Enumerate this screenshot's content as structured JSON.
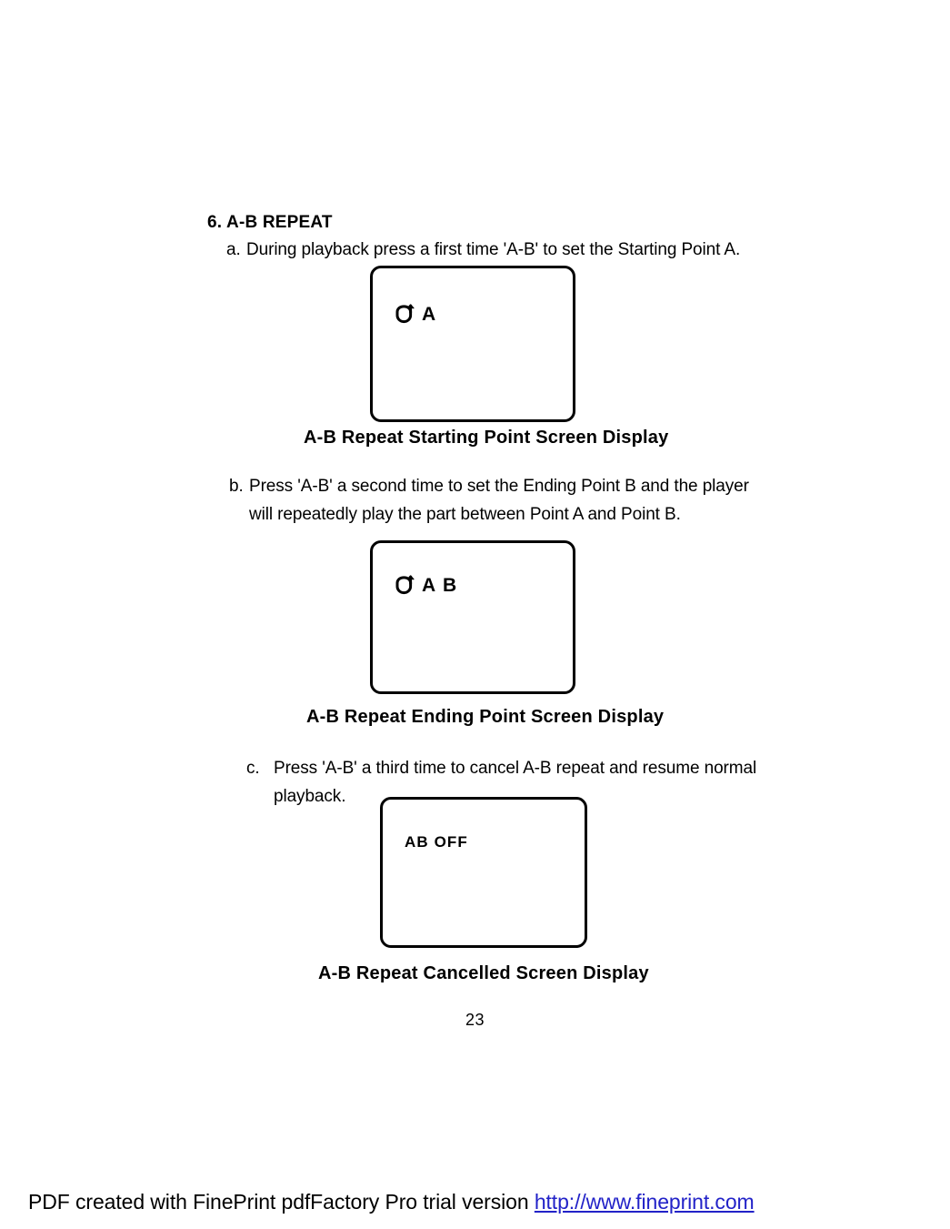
{
  "document": {
    "section_heading": "6. A-B REPEAT",
    "page_number": "23"
  },
  "steps": [
    {
      "marker": "a.",
      "text": "During playback press a first time 'A-B' to set the Starting Point  A.",
      "screen": {
        "icon": "repeat-loop-icon",
        "label": "A"
      },
      "caption": "A-B Repeat Starting Point Screen Display"
    },
    {
      "marker": "b.",
      "text": "Press 'A-B' a second time to set the Ending Point B and the player will repeatedly play the part between Point A and Point B.",
      "screen": {
        "icon": "repeat-loop-icon",
        "label": "A B"
      },
      "caption": "A-B Repeat Ending Point Screen Display"
    },
    {
      "marker": "c.",
      "text": "Press 'A-B' a third time to cancel A-B repeat and resume normal playback.",
      "screen": {
        "icon": "none",
        "label": "AB  OFF"
      },
      "caption": "A-B Repeat Cancelled Screen Display"
    }
  ],
  "footer": {
    "text": "PDF created with FinePrint pdfFactory Pro trial version ",
    "link": "http://www.fineprint.com",
    "link_color": "#2222c8"
  }
}
